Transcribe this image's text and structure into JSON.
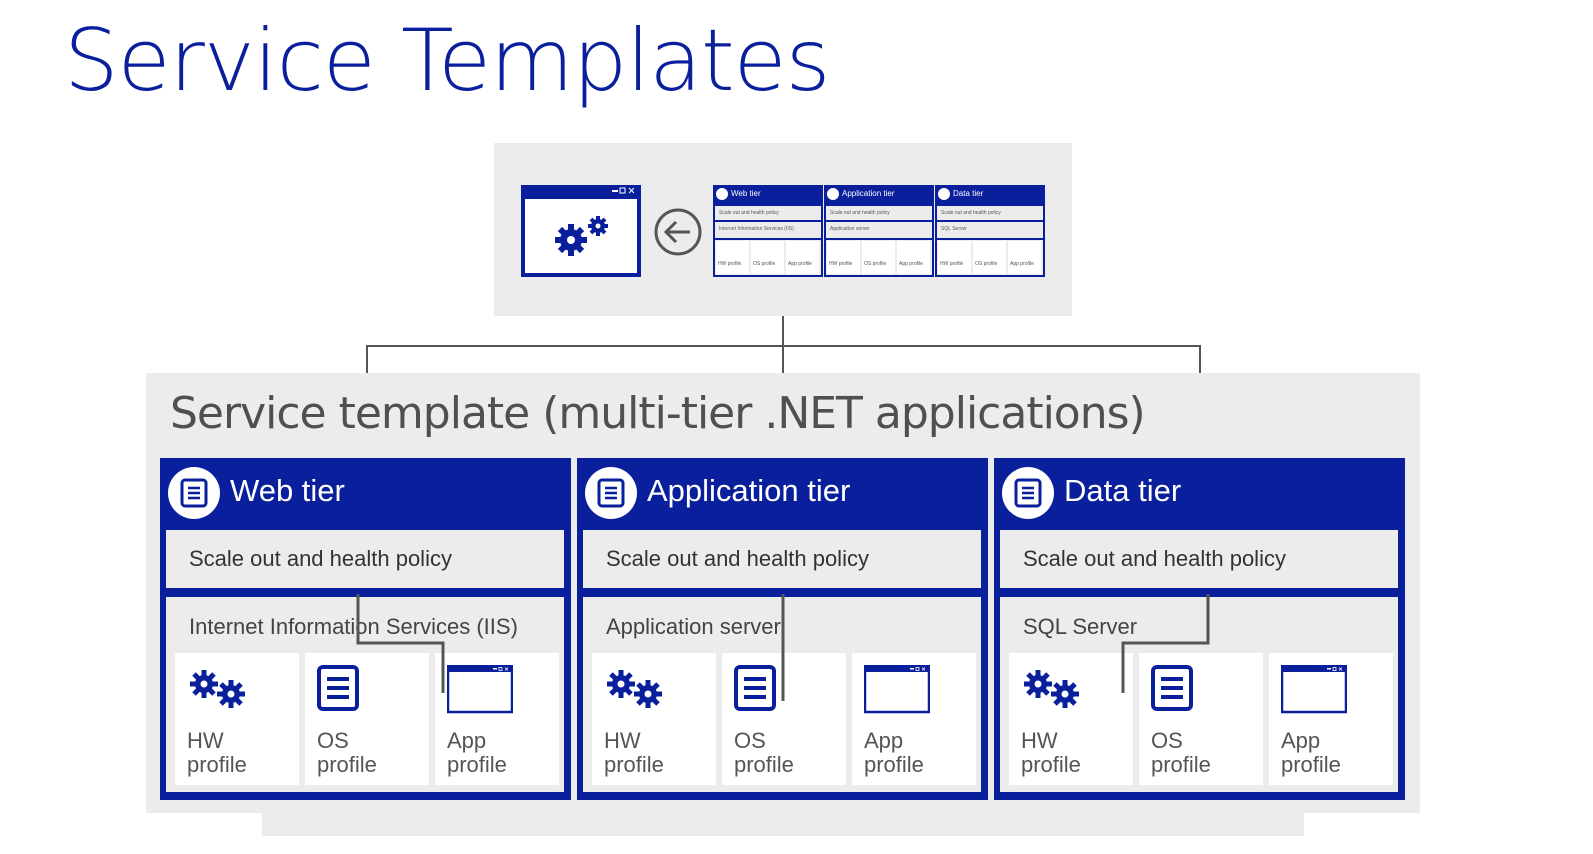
{
  "page": {
    "title": "Service Templates",
    "main_title": "Service template (multi-tier .NET applications)"
  },
  "tiers": [
    {
      "title": "Web tier",
      "policy": "Scale out and health policy",
      "host": "Internet Information Services (IIS)",
      "profiles": [
        {
          "label_line1": "HW",
          "label_line2": "profile",
          "icon": "gears-icon"
        },
        {
          "label_line1": "OS",
          "label_line2": "profile",
          "icon": "document-icon"
        },
        {
          "label_line1": "App",
          "label_line2": "profile",
          "icon": "window-icon"
        }
      ]
    },
    {
      "title": "Application tier",
      "policy": "Scale out and health policy",
      "host": "Application server",
      "profiles": [
        {
          "label_line1": "HW",
          "label_line2": "profile",
          "icon": "gears-icon"
        },
        {
          "label_line1": "OS",
          "label_line2": "profile",
          "icon": "document-icon"
        },
        {
          "label_line1": "App",
          "label_line2": "profile",
          "icon": "window-icon"
        }
      ]
    },
    {
      "title": "Data tier",
      "policy": "Scale out and health policy",
      "host": "SQL Server",
      "profiles": [
        {
          "label_line1": "HW",
          "label_line2": "profile",
          "icon": "gears-icon"
        },
        {
          "label_line1": "OS",
          "label_line2": "profile",
          "icon": "document-icon"
        },
        {
          "label_line1": "App",
          "label_line2": "profile",
          "icon": "window-icon"
        }
      ]
    }
  ],
  "thumbnails": [
    {
      "title": "Web tier",
      "policy": "Scale out and health policy",
      "host": "Internet Information Services (IIS)",
      "labels": [
        "HW profile",
        "OS profile",
        "App profile"
      ]
    },
    {
      "title": "Application tier",
      "policy": "Scale out and health policy",
      "host": "Application server",
      "labels": [
        "HW profile",
        "OS profile",
        "App profile"
      ]
    },
    {
      "title": "Data tier",
      "policy": "Scale out and health policy",
      "host": "SQL Server",
      "labels": [
        "HW profile",
        "OS profile",
        "App profile"
      ]
    }
  ],
  "colors": {
    "accent": "#0a1f9c",
    "panel": "#ececec",
    "connector": "#555555"
  }
}
